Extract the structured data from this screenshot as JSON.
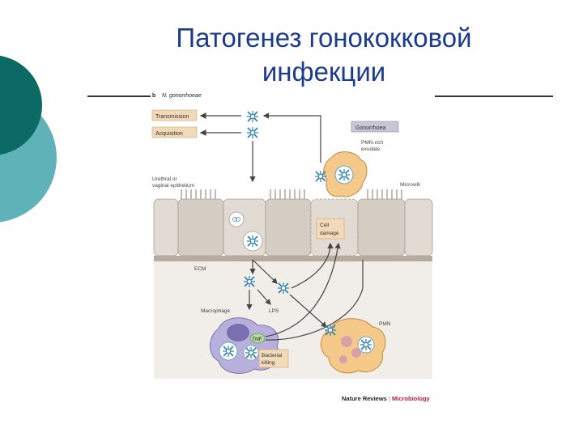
{
  "slide": {
    "title_line1": "Патогенез гонококковой",
    "title_line2": "инфекции"
  },
  "colors": {
    "title": "#1b3b8c",
    "deco_dark": "#0b6b64",
    "deco_light": "#5fb3b8",
    "label_box": "#f2d9b8",
    "gonorrhoea_box": "#c9c6d8",
    "tissue": "#d6cdc4",
    "macrophage": "#b8b0dc",
    "pmn": "#f4c98a"
  },
  "diagram": {
    "panel_letter": "b",
    "organism": "N. gonorrhoeae",
    "labels": {
      "transmission": "Transmission",
      "acquisition": "Acquisition",
      "gonorrhoea": "Gonorrhoea",
      "pmn_rich_1": "PMN-rich",
      "pmn_rich_2": "exudate",
      "epithelium_1": "Urethral or",
      "epithelium_2": "vaginal epithelium",
      "microvilli": "Microvilli",
      "cell_damage_1": "Cell",
      "cell_damage_2": "damage",
      "ecm": "ECM",
      "macrophage": "Macrophage",
      "lps": "LPS",
      "pmn": "PMN",
      "tnf": "TNF",
      "bacterial_killing_1": "Bacterial",
      "bacterial_killing_2": "killing"
    }
  },
  "credit": {
    "journal": "Nature Reviews",
    "separator": "|",
    "section": "Microbiology"
  }
}
